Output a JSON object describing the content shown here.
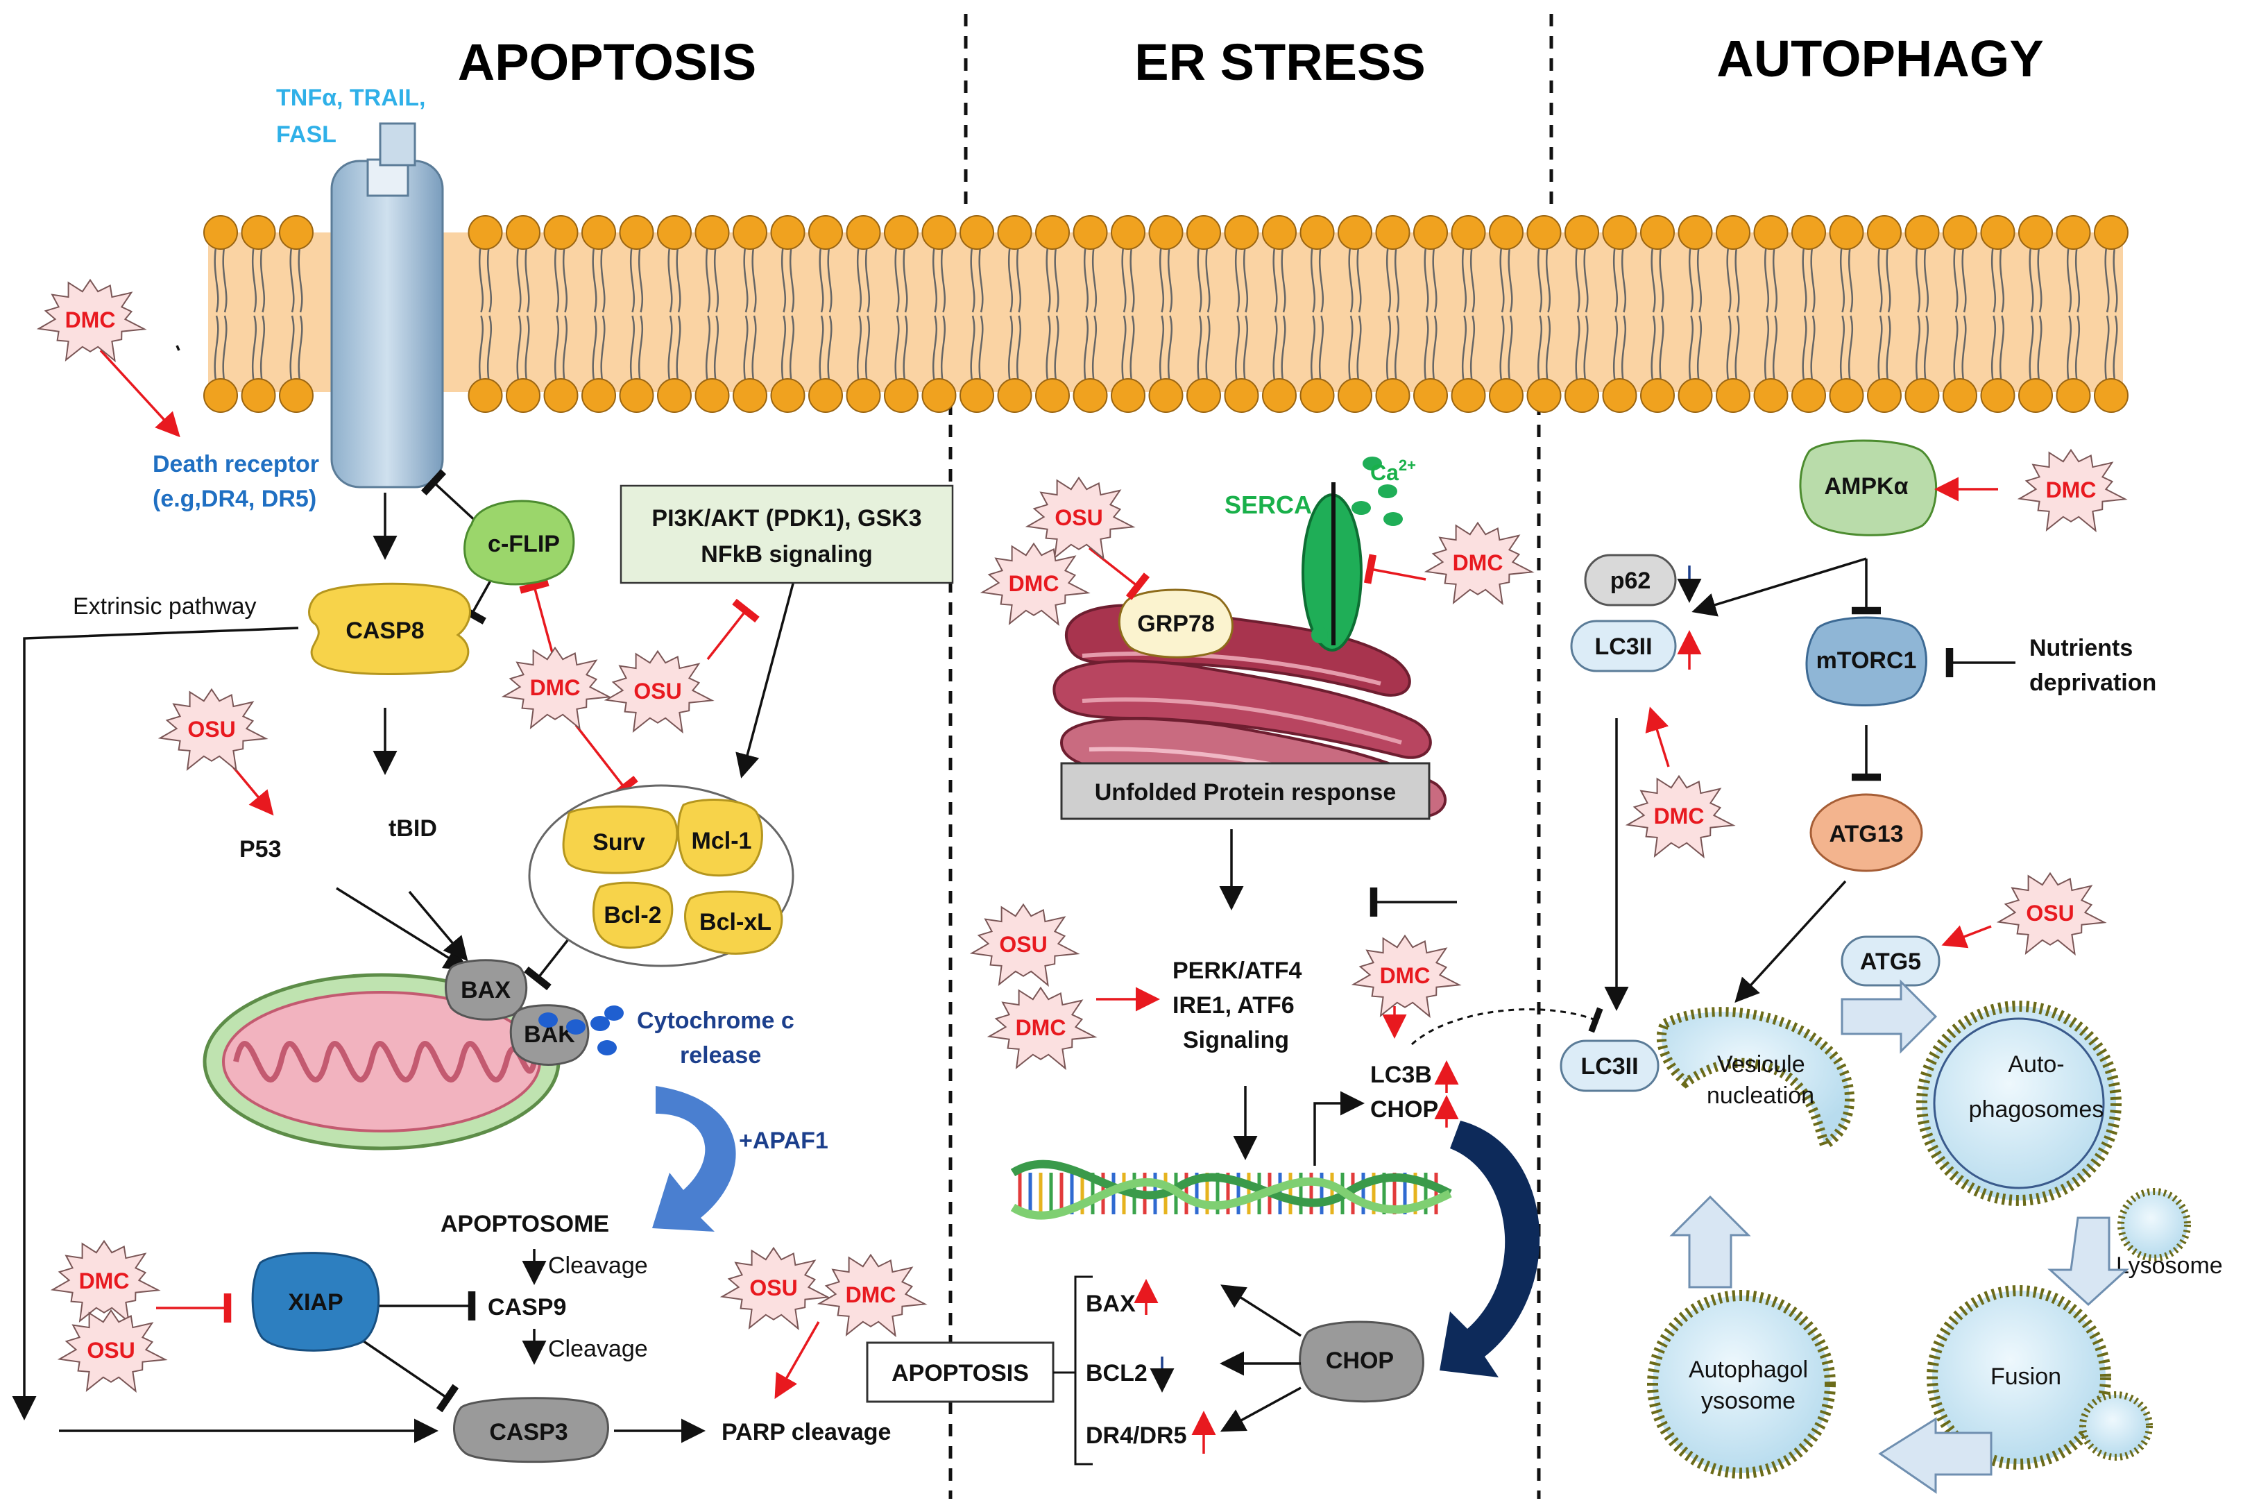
{
  "sections": {
    "apoptosis": "APOPTOSIS",
    "er_stress": "ER STRESS",
    "autophagy": "AUTOPHAGY"
  },
  "compounds": {
    "dmc": "DMC",
    "osu": "OSU"
  },
  "apoptosis": {
    "ligands_line1": "TNFα, TRAIL,",
    "ligands_line2": "FASL",
    "death_receptor_line1": "Death receptor",
    "death_receptor_line2": "(e.g,DR4, DR5)",
    "cflip": "c-FLIP",
    "extrinsic": "Extrinsic pathway",
    "casp8": "CASP8",
    "signaling_line1": "PI3K/AKT (PDK1), GSK3",
    "signaling_line2": "NFkB signaling",
    "p53": "P53",
    "tbid": "tBID",
    "surv": "Surv",
    "mcl1": "Mcl-1",
    "bcl2": "Bcl-2",
    "bclxl": "Bcl-xL",
    "bax": "BAX",
    "bak": "BAK",
    "cytc_line1": "Cytochrome c",
    "cytc_line2": "release",
    "apaf1": "+APAF1",
    "apoptosome": "APOPTOSOME",
    "cleavage1": "Cleavage",
    "casp9": "CASP9",
    "cleavage2": "Cleavage",
    "xiap": "XIAP",
    "casp3": "CASP3",
    "parp": "PARP cleavage"
  },
  "er": {
    "serca": "SERCA",
    "ca": "Ca",
    "ca_sup": "2+",
    "grp78": "GRP78",
    "upr": "Unfolded Protein response",
    "perk_line1": "PERK/ATF4",
    "perk_line2": "IRE1, ATF6",
    "perk_line3": "Signaling",
    "lc3b": "LC3B",
    "chop_top": "CHOP",
    "chop": "CHOP",
    "apoptosis_box": "APOPTOSIS",
    "bax": "BAX",
    "bcl2": "BCL2",
    "dr": "DR4/DR5"
  },
  "autophagy": {
    "ampk": "AMPKα",
    "p62": "p62",
    "lc3ii_top": "LC3II",
    "mtorc1": "mTORC1",
    "nutrients_line1": "Nutrients",
    "nutrients_line2": "deprivation",
    "atg13": "ATG13",
    "atg5": "ATG5",
    "lc3ii_bottom": "LC3II",
    "vesicle_line1": "Vesicule",
    "vesicle_line2": "nucleation",
    "auto_line1": "Auto-",
    "auto_line2": "phagosomes",
    "lysosome": "Lysosome",
    "fusion": "Fusion",
    "autolyso_line1": "Autophagol",
    "autolyso_line2": "ysosome"
  },
  "colors": {
    "membrane_head": "#f0a21f",
    "membrane_band": "#fad3a3",
    "dmc_red": "#e8191f",
    "burst_fill": "#fbe0e0",
    "casp_yellow": "#f7d34a",
    "grey_protein": "#9a9a9a",
    "cflip_green": "#9bd66b",
    "ampk_green": "#b9dcaa",
    "mtor_blue": "#8fb6d6",
    "atg13_orange": "#f3b48e",
    "xiap_blue": "#2d7fc0",
    "arrow_blue": "#4a7fd0",
    "arrow_navy": "#0d2a5a"
  }
}
